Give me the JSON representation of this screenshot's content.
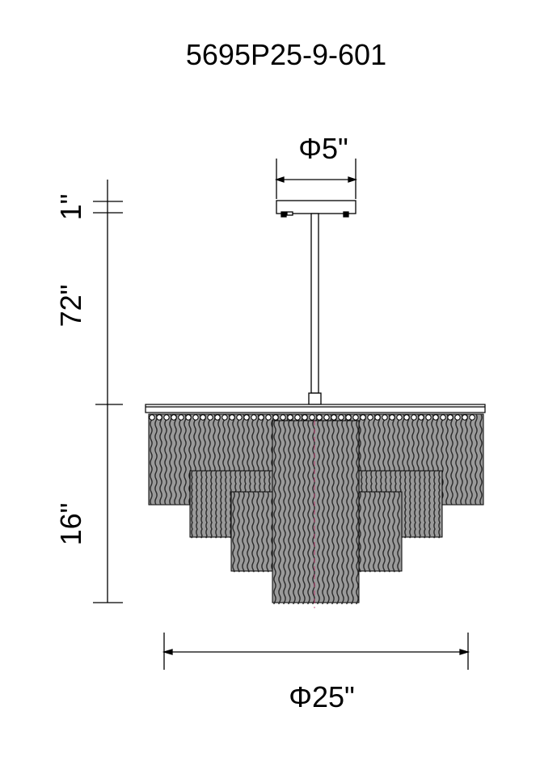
{
  "model_number": "5695P25-9-601",
  "dimensions": {
    "canopy_diameter": "Φ5\"",
    "canopy_height": "1\"",
    "rod_length": "72\"",
    "fixture_height": "16\"",
    "fixture_diameter": "Φ25\""
  },
  "colors": {
    "line": "#000000",
    "crystal_fill": "#9a9a9a",
    "crystal_dark": "#2a2a2a",
    "center_mark": "#c0306a"
  }
}
